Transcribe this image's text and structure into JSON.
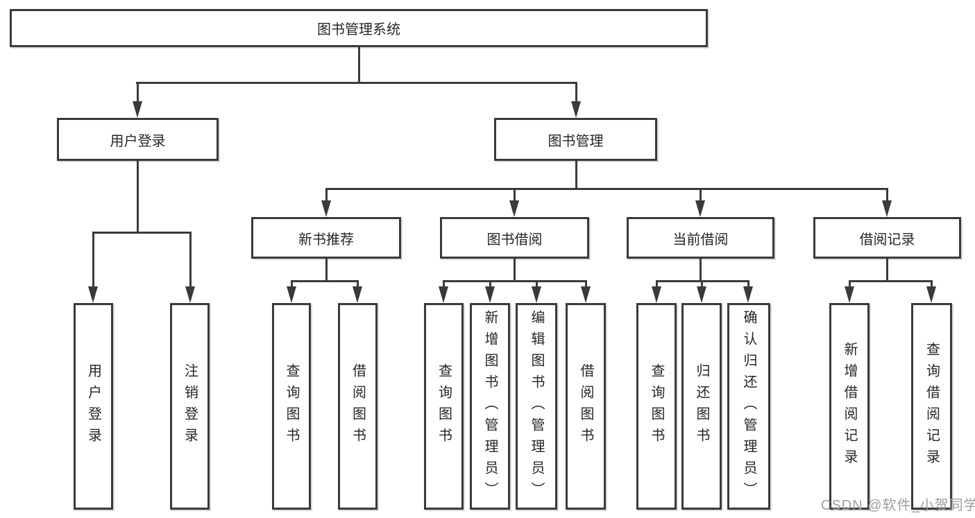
{
  "nodes": {
    "root": "图书管理系统",
    "l2": {
      "user_login": "用户登录",
      "book_mgmt": "图书管理"
    },
    "l3": {
      "new_books": "新书推荐",
      "borrowing": "图书借阅",
      "current": "当前借阅",
      "records": "借阅记录"
    },
    "l4": {
      "user_login": "用户登录",
      "logout": "注销登录",
      "query_book_a": "查询图书",
      "borrow_book_a": "借阅图书",
      "query_book_b": "查询图书",
      "add_book": "新增图书（管理员）",
      "edit_book": "编辑图书（管理员）",
      "borrow_book_b": "借阅图书",
      "query_book_c": "查询图书",
      "return_book": "归还图书",
      "confirm_return": "确认归还（管理员）",
      "add_record": "新增借阅记录",
      "query_record": "查询借阅记录"
    }
  },
  "watermark": "CSDN @软件_小贺同学",
  "colors": {
    "line": "#3a3a3a",
    "text": "#262626",
    "watermark": "#9e9e9e",
    "background": "#ffffff"
  }
}
